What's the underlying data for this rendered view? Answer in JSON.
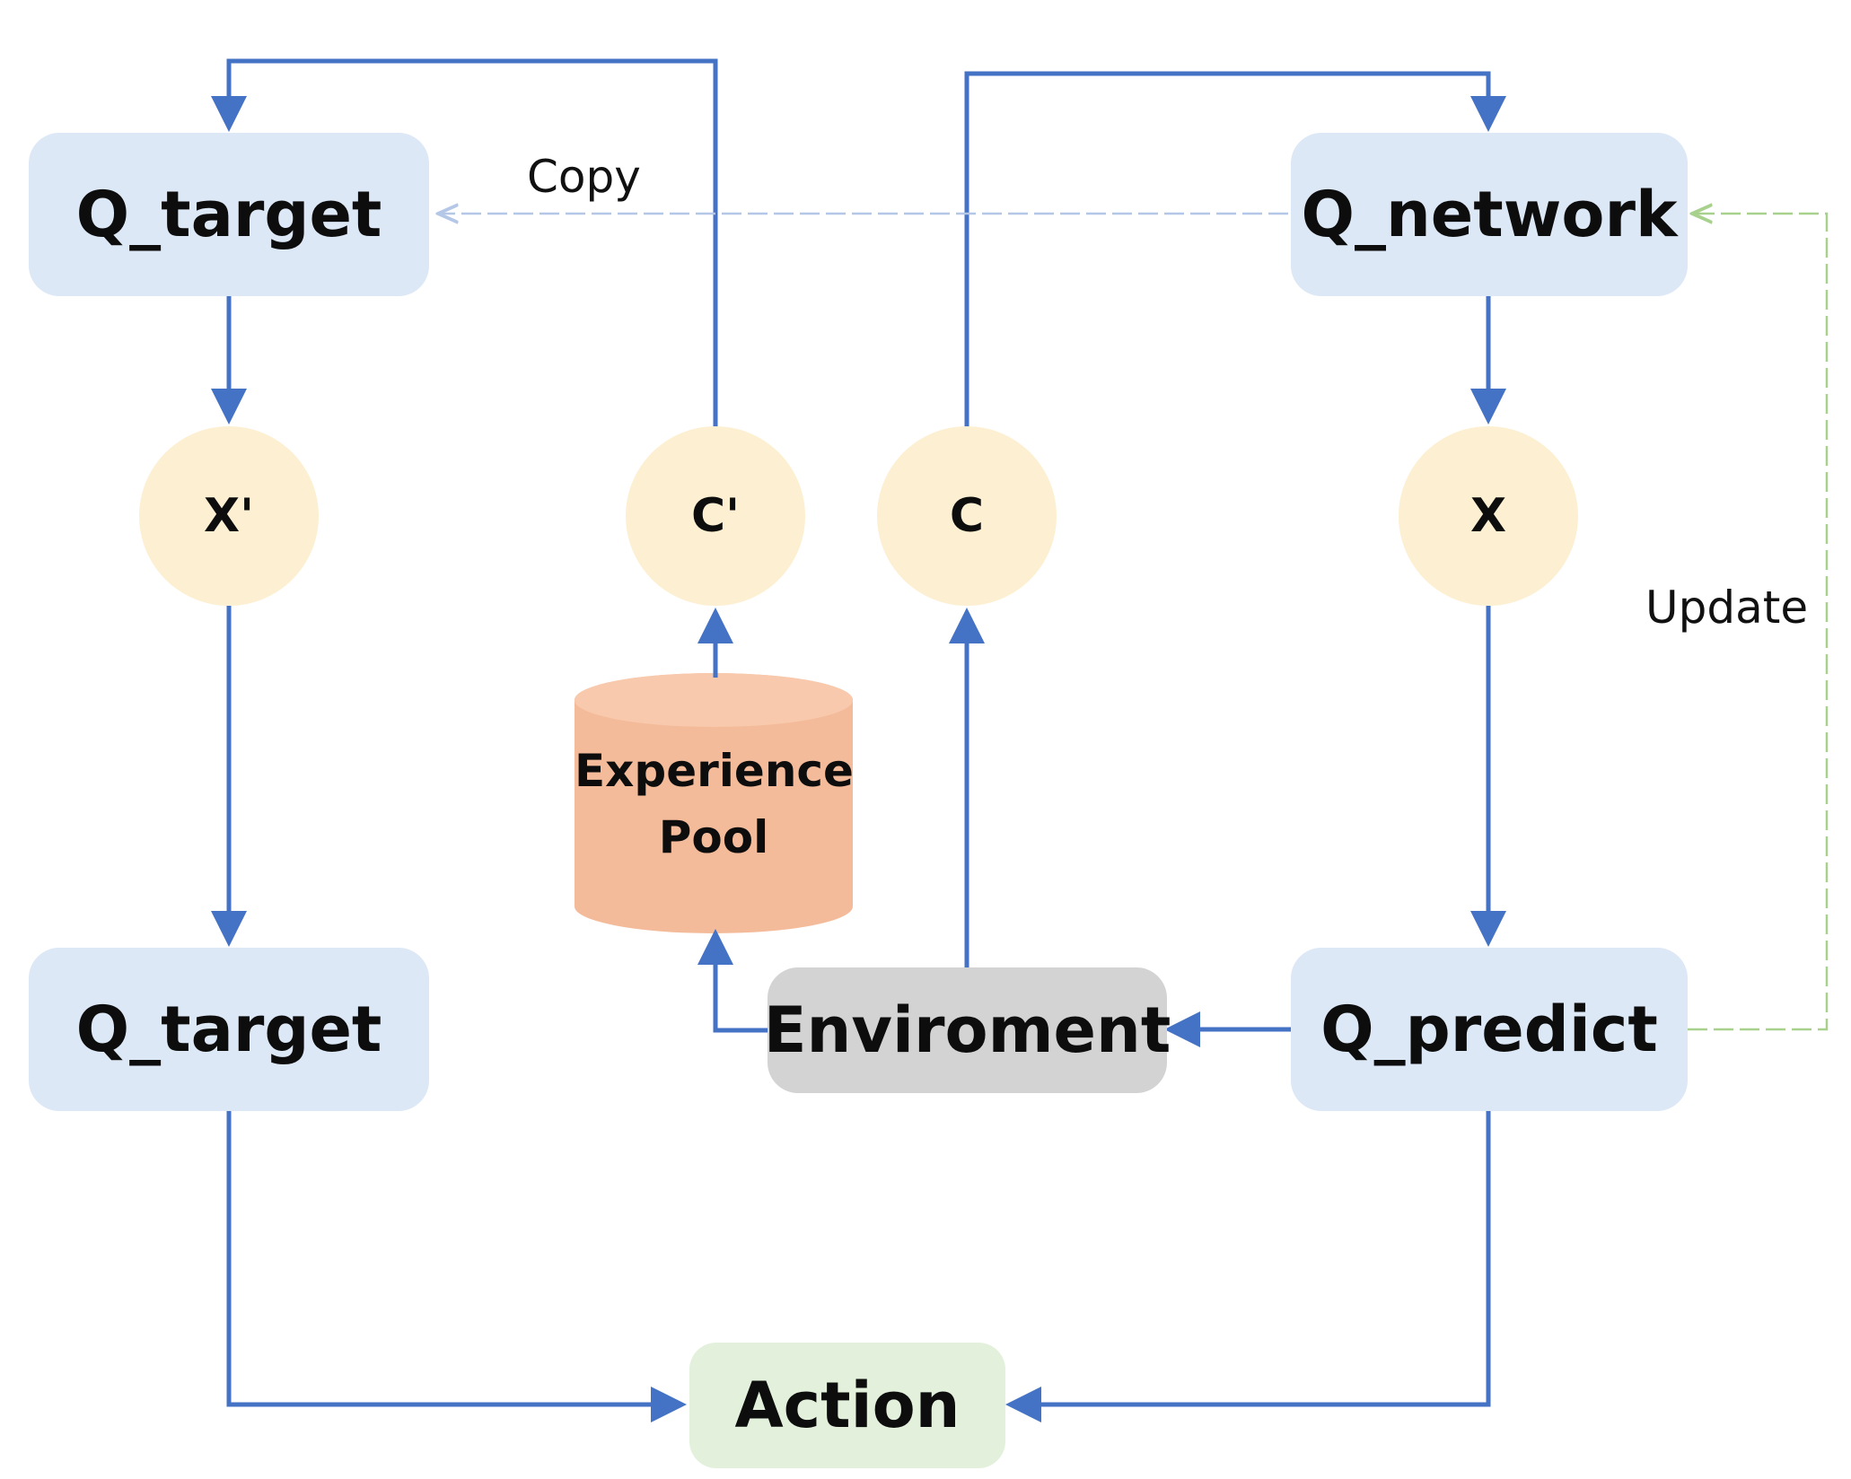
{
  "nodes": {
    "q_target_top": "Q_target",
    "q_network": "Q_network",
    "x_prime": "X'",
    "c_prime": "C'",
    "c": "C",
    "x": "X",
    "experience_pool_line1": "Experience",
    "experience_pool_line2": "Pool",
    "q_target_bottom": "Q_target",
    "environment": "Enviroment",
    "q_predict": "Q_predict",
    "action": "Action"
  },
  "edge_labels": {
    "copy": "Copy",
    "update": "Update"
  },
  "colors": {
    "arrow": "#4472c4",
    "copy_line": "#b4c7e7",
    "update_line": "#a9d18e",
    "q_box": "#dde8f6",
    "circle": "#fdf0d2",
    "pool": "#f4bb9a",
    "environment": "#d3d3d3",
    "action": "#e3f1dc"
  }
}
